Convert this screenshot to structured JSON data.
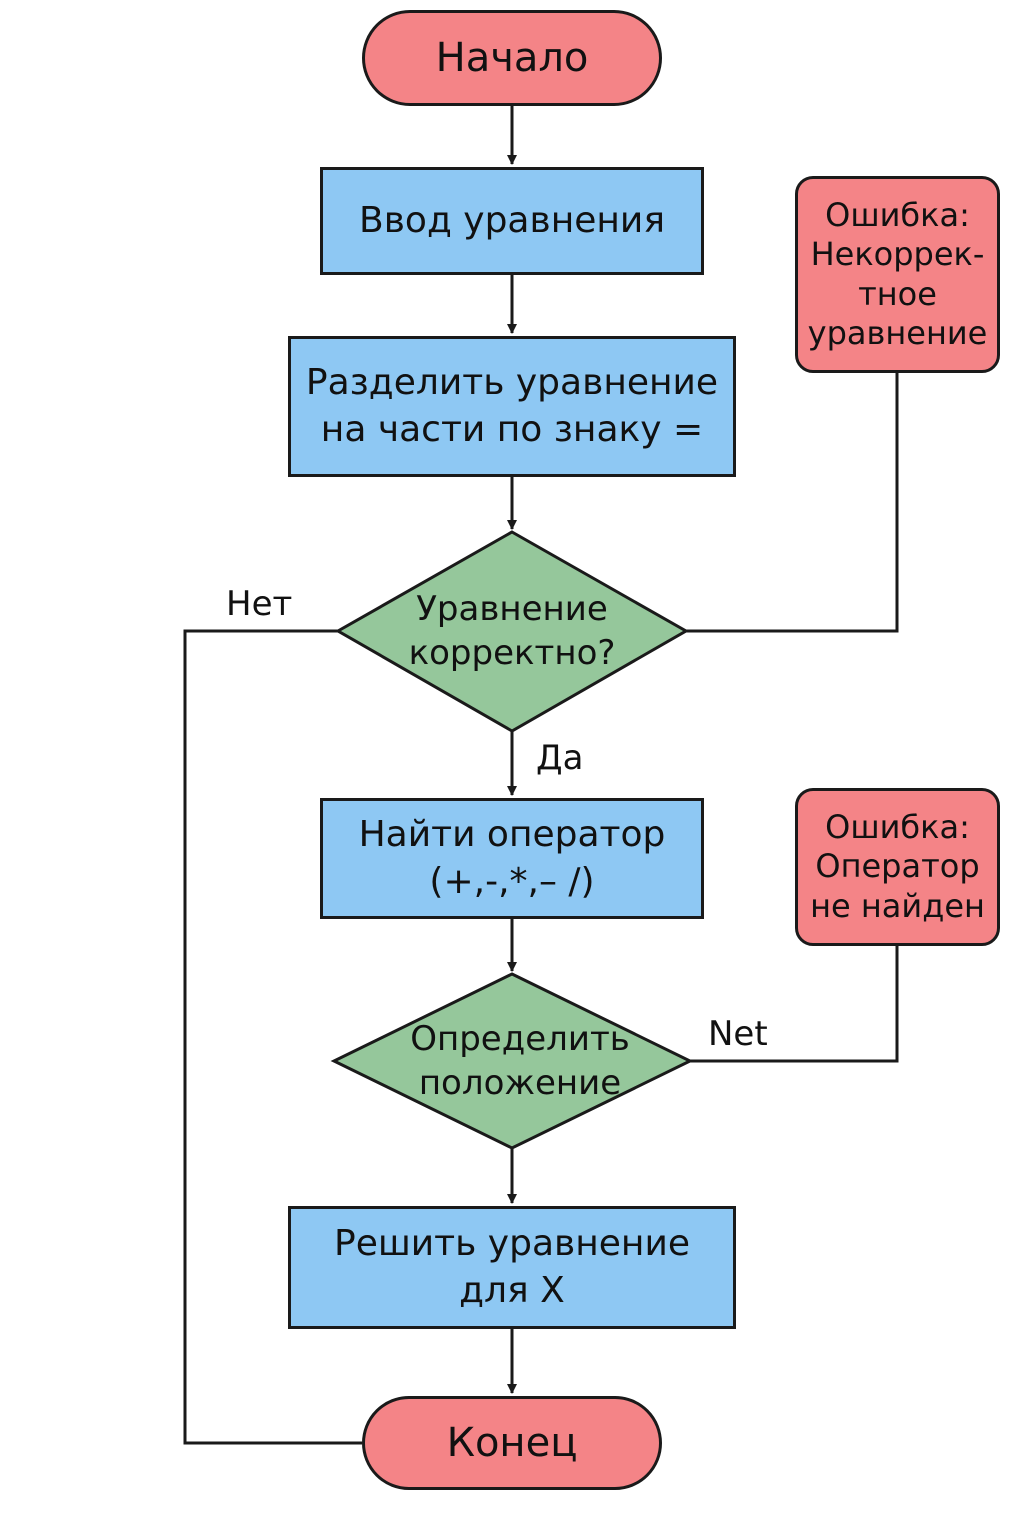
{
  "nodes": {
    "start": "Начало",
    "input": "Ввод уравнения",
    "split": "Разделить уравнение\nна части по знаку =",
    "check_valid": "Уравнение\nкорректно?",
    "find_operator": "Найти оператор\n(+,-,*,– /)",
    "determine_position": "Определить\nположение",
    "solve": "Решить уравнение\nдля X",
    "end": "Конец",
    "error_invalid": "Ошибка:\nНекоррек-\nтное\nуравнение",
    "error_operator": "Ошибка:\nОператор\nне найден"
  },
  "edge_labels": {
    "no_left": "Нет",
    "yes": "Да",
    "no_right": "Net"
  },
  "colors": {
    "terminal": "#f48487",
    "process": "#8ec8f3",
    "decision": "#95c79b",
    "error": "#f48487",
    "stroke": "#1a1a1a"
  }
}
